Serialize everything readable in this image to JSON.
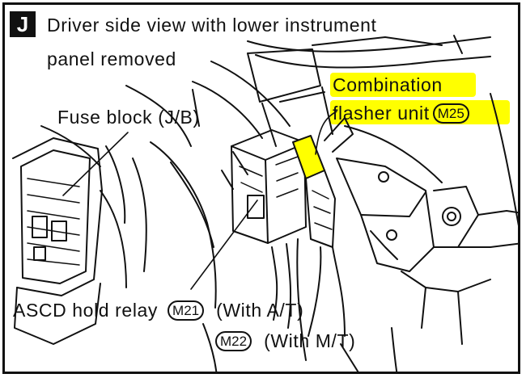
{
  "figure": {
    "badge": "J",
    "title_line1": "Driver side view with lower instrument",
    "title_line2": "panel removed"
  },
  "labels": {
    "fuse_block": "Fuse block (J/B)",
    "combination_line1": "Combination",
    "combination_line2": "flasher unit",
    "combination_connector": "M25",
    "ascd_relay": "ASCD hold relay",
    "ascd_connector_at": "M21",
    "ascd_note_at": "(With A/T)",
    "ascd_connector_mt": "M22",
    "ascd_note_mt": "(With M/T)"
  },
  "colors": {
    "highlight": "#ffff00",
    "ink": "#111111"
  }
}
